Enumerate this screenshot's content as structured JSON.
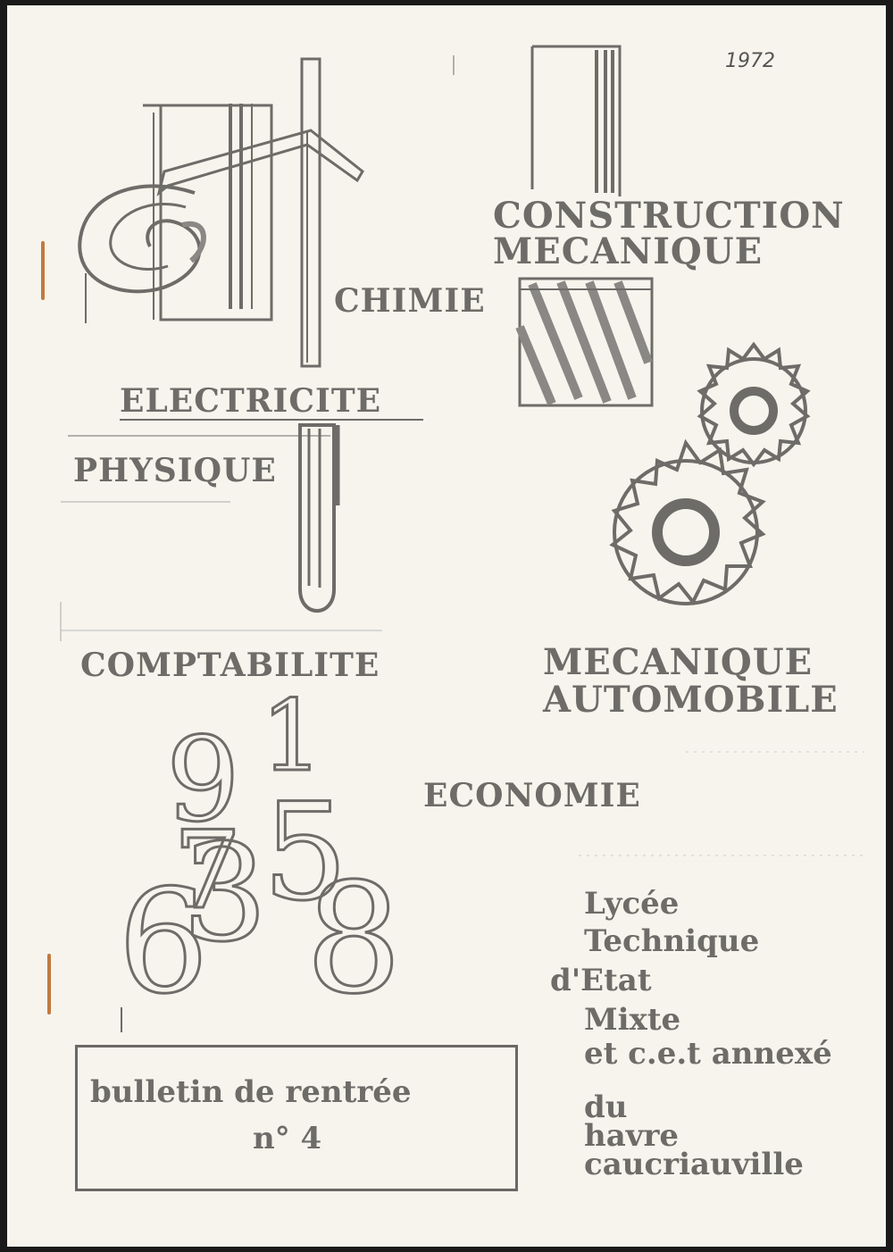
{
  "handwritten_year": "1972",
  "subjects": {
    "chimie": "CHIMIE",
    "construction_line1": "CONSTRUCTION",
    "construction_line2": "MECANIQUE",
    "electricite": "ELECTRICITE",
    "physique": "PHYSIQUE",
    "comptabilite": "COMPTABILITE",
    "mecanique_line1": "MECANIQUE",
    "mecanique_line2": "AUTOMOBILE",
    "economie": "ECONOMIE"
  },
  "school": {
    "line1": "Lycée",
    "line2": "Technique",
    "line3": "d'Etat",
    "line4": "Mixte",
    "line5": "et c.e.t annexé",
    "line6": "du",
    "line7": "havre",
    "line8": "caucriauville"
  },
  "bulletin": {
    "title": "bulletin de rentrée",
    "number": "n° 4"
  },
  "digits": [
    "9",
    "1",
    "5",
    "7",
    "3",
    "6",
    "8"
  ],
  "colors": {
    "paper": "#f6f4ec",
    "ink": "#6e6c68",
    "staple": "#c07a40"
  }
}
